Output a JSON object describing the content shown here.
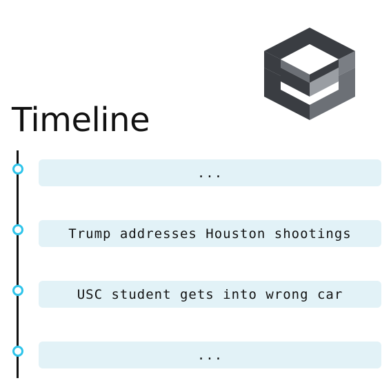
{
  "title": "Timeline",
  "logo": {
    "icon": "isometric-cube-logo",
    "colors": {
      "dark": "#3a3d42",
      "mid": "#6c7076",
      "light": "#9a9ea3"
    }
  },
  "colors": {
    "line": "#111111",
    "dot_ring": "#2ec4ea",
    "box_bg": "#e2f2f7"
  },
  "events": [
    {
      "text": "..."
    },
    {
      "text": "Trump addresses Houston shootings"
    },
    {
      "text": "USC student gets into wrong car"
    },
    {
      "text": "..."
    }
  ]
}
